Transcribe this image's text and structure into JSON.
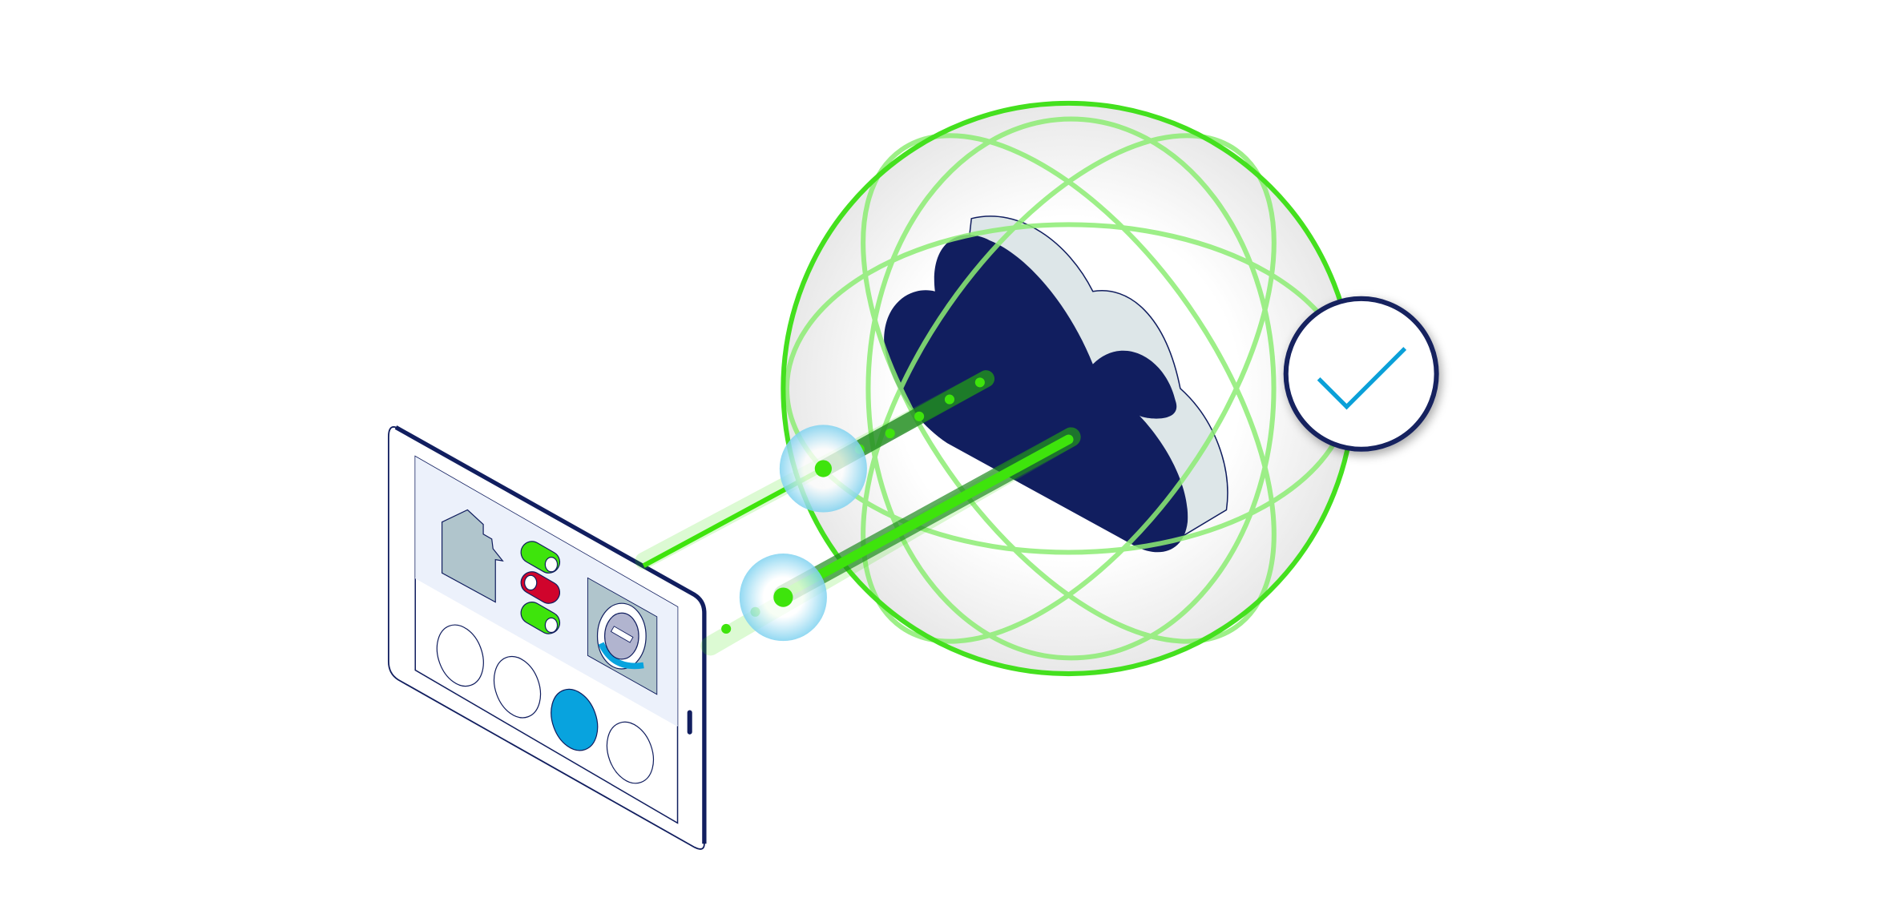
{
  "illustration": {
    "subject": "tablet-to-cloud-secure-connection",
    "icons": [
      "tablet-icon",
      "house-icon",
      "toggle-switch-icon",
      "dial-icon",
      "cloud-icon",
      "sphere-shield-icon",
      "checkmark-icon",
      "connection-beam-icon"
    ],
    "colors": {
      "navy": "#111e5f",
      "green": "#3ee40c",
      "light_green": "#9cef88",
      "red": "#d0042c",
      "blue": "#08a3de",
      "house_gray": "#b0c5cc",
      "screen_bg": "#ecf1fb",
      "cloud_side": "#dde6e8"
    },
    "toggles": [
      {
        "state": "on",
        "color": "#3ee40c"
      },
      {
        "state": "off",
        "color": "#d0042c"
      },
      {
        "state": "on",
        "color": "#3ee40c"
      }
    ],
    "buttons_selected_index": 2
  }
}
